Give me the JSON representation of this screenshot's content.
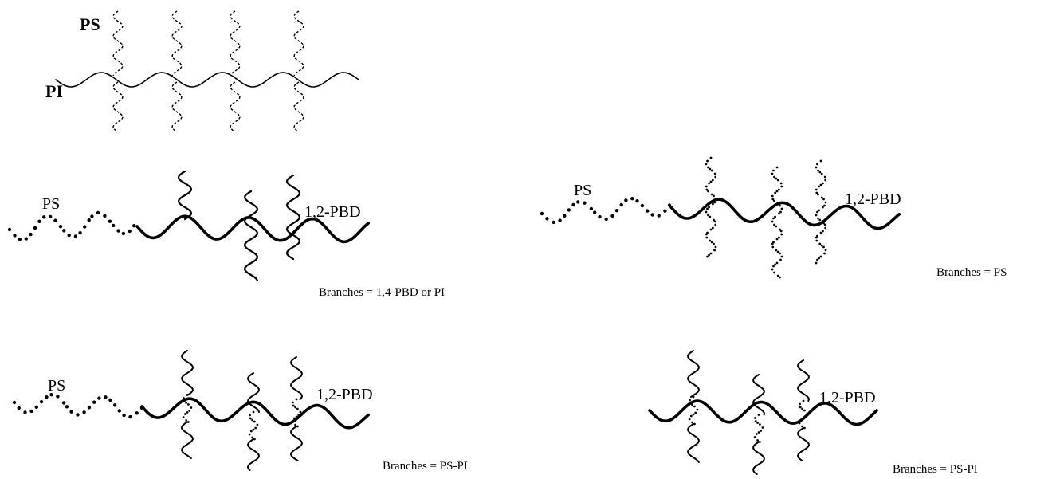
{
  "diagram": {
    "colors": {
      "ink": "#000000",
      "background": "#ffffff"
    },
    "panels": [
      {
        "id": "ps-graft-on-pi",
        "labels": {
          "backbone": "PI",
          "branches": "PS"
        },
        "caption": ""
      },
      {
        "id": "ps-pbd-branches-pbd-or-pi",
        "labels": {
          "block1": "PS",
          "block2": "1,2-PBD"
        },
        "caption": "Branches = 1,4-PBD or PI"
      },
      {
        "id": "ps-pbd-branches-ps",
        "labels": {
          "block1": "PS",
          "block2": "1,2-PBD"
        },
        "caption": "Branches = PS"
      },
      {
        "id": "ps-pbd-branches-ps-pi",
        "labels": {
          "block1": "PS",
          "block2": "1,2-PBD"
        },
        "caption": "Branches = PS-PI"
      },
      {
        "id": "pbd-branches-ps-pi",
        "labels": {
          "block2": "1,2-PBD"
        },
        "caption": "Branches = PS-PI"
      }
    ]
  }
}
